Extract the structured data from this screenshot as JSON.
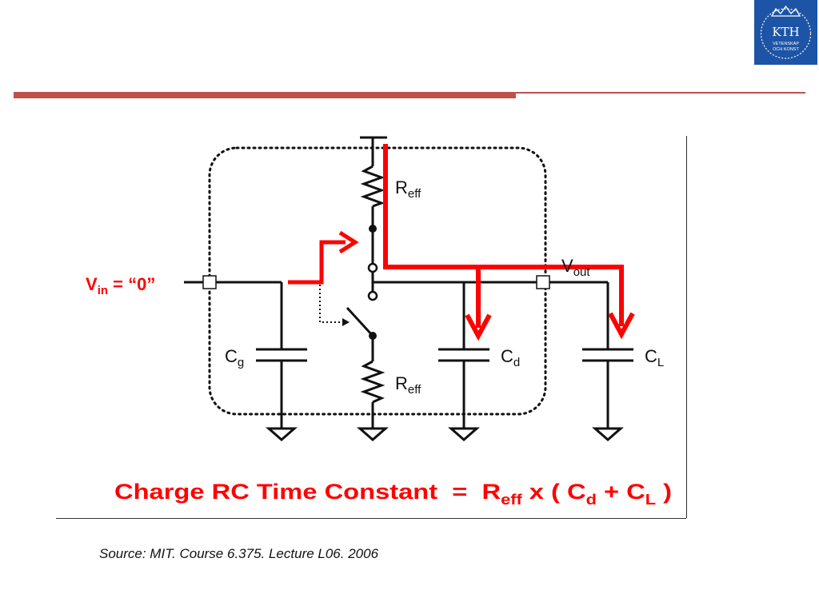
{
  "logo": {
    "name": "KTH",
    "line1": "VETENSKAP",
    "line2": "OCH KONST"
  },
  "circuit": {
    "vin_main": "V",
    "vin_sub": "in",
    "vin_value": " = “0”",
    "vout_main": "V",
    "vout_sub": "out",
    "reff_top_main": "R",
    "reff_top_sub": "eff",
    "reff_bottom_main": "R",
    "reff_bottom_sub": "eff",
    "cg_main": "C",
    "cg_sub": "g",
    "cd_main": "C",
    "cd_sub": "d",
    "cl_main": "C",
    "cl_sub": "L"
  },
  "equation": {
    "prefix": "Charge RC Time Constant  =  R",
    "reff_sub": "eff",
    "mid1": " x ( C",
    "cd_sub": "d",
    "mid2": " + C",
    "cl_sub": "L",
    "suffix": " )"
  },
  "source": "Source: MIT. Course 6.375. Lecture L06. 2006",
  "colors": {
    "accent_red": "#ff0000",
    "divider": "#c0504d",
    "logo_blue": "#1d54a5"
  }
}
